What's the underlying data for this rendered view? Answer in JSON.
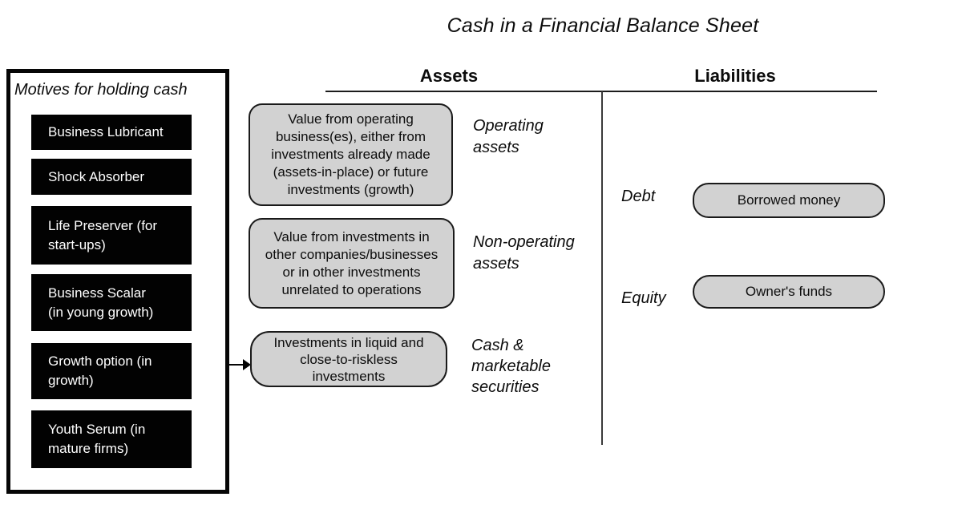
{
  "title": "Cash in a Financial Balance Sheet",
  "motives_panel": {
    "title": "Motives for holding cash",
    "items": [
      {
        "lines": [
          "Business Lubricant"
        ]
      },
      {
        "lines": [
          "Shock Absorber"
        ]
      },
      {
        "lines": [
          "Life Preserver (for",
          "start-ups)"
        ]
      },
      {
        "lines": [
          "Business Scalar",
          "(in young growth)"
        ]
      },
      {
        "lines": [
          "Growth option (in",
          "growth)"
        ]
      },
      {
        "lines": [
          "Youth Serum (in",
          "mature firms)"
        ]
      }
    ]
  },
  "balance_sheet": {
    "assets_header": "Assets",
    "liabilities_header": "Liabilities",
    "asset_rows": [
      {
        "box_lines": [
          "Value from operating",
          "business(es), either from",
          "investments already made",
          "(assets-in-place) or future",
          "investments (growth)"
        ],
        "label_lines": [
          "Operating",
          "assets"
        ]
      },
      {
        "box_lines": [
          "Value from investments in",
          "other companies/businesses",
          "or in other investments",
          "unrelated to operations"
        ],
        "label_lines": [
          "Non-operating",
          "assets"
        ]
      },
      {
        "box_lines": [
          "Investments in liquid and",
          "close-to-riskless",
          "investments"
        ],
        "label_lines": [
          "Cash &",
          "marketable",
          "securities"
        ]
      }
    ],
    "liability_rows": [
      {
        "label": "Debt",
        "box_text": "Borrowed money"
      },
      {
        "label": "Equity",
        "box_text": "Owner's funds"
      }
    ]
  },
  "colors": {
    "gray_box_fill": "#d2d2d2",
    "gray_box_border": "#1a1a1a",
    "motive_box_fill": "#000000",
    "motive_box_text": "#ffffff",
    "divider_line": "#2b2b2b"
  }
}
